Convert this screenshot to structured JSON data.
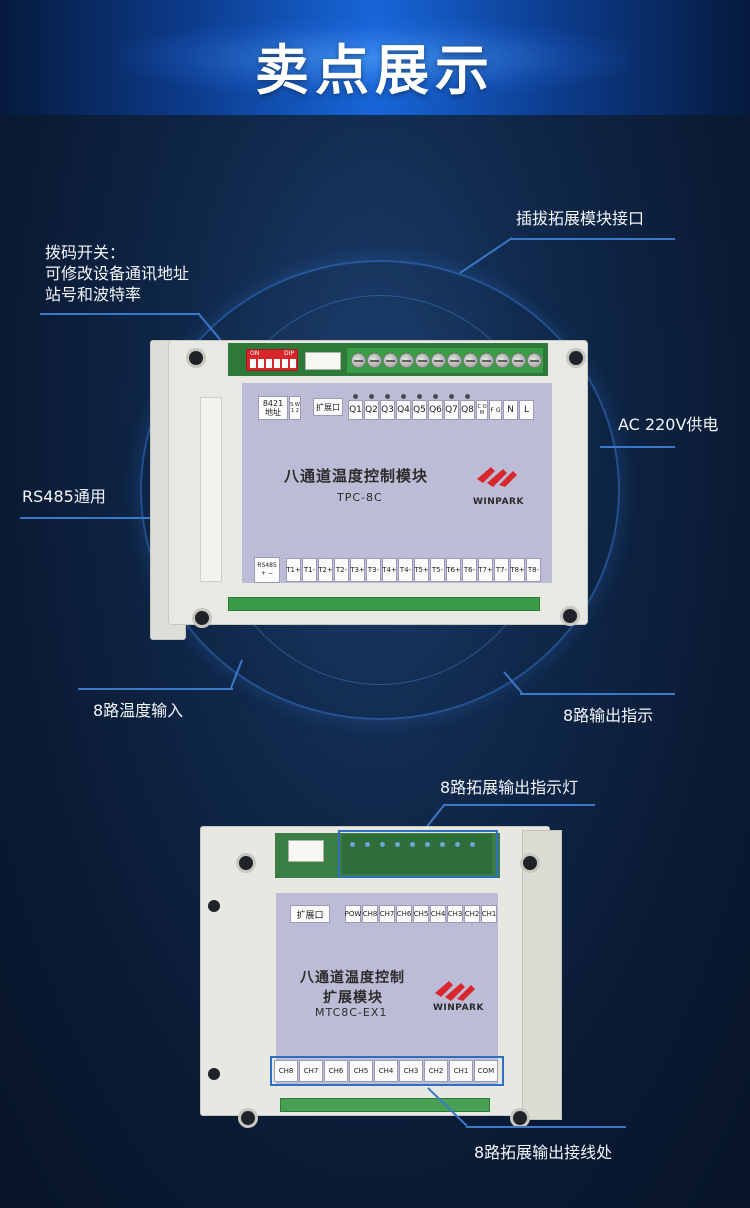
{
  "page_title": "卖点展示",
  "callouts": {
    "dip_switch": [
      "拨码开关：",
      "可修改设备通讯地址",
      "站号和波特率"
    ],
    "expansion_port": "插拔拓展模块接口",
    "power": "AC 220V供电",
    "rs485": "RS485通用",
    "temp_input": "8路温度输入",
    "output_indicator": "8路输出指示",
    "ext_led": "8路拓展输出指示灯",
    "ext_terminal": "8路拓展输出接线处"
  },
  "module_main": {
    "title": "八通道温度控制模块",
    "model": "TPC-8C",
    "brand": "WINPARK",
    "dip_on": "ON",
    "dip_label": "DIP",
    "addr_label": [
      "8421",
      "地址"
    ],
    "sw_label": "S W 1 2",
    "expansion_label": "扩展口",
    "outputs": [
      "Q1",
      "Q2",
      "Q3",
      "Q4",
      "Q5",
      "Q6",
      "Q7",
      "Q8"
    ],
    "com_label": "C O M",
    "fg_label": "F G",
    "n_label": "N",
    "l_label": "L",
    "rs485_label": [
      "RS485",
      "+ −"
    ],
    "temp_inputs": [
      "T1+",
      "T1-",
      "T2+",
      "T2-",
      "T3+",
      "T3-",
      "T4+",
      "T4-",
      "T5+",
      "T5-",
      "T6+",
      "T6-",
      "T7+",
      "T7-",
      "T8+",
      "T8-"
    ]
  },
  "module_ext": {
    "title_line1": "八通道温度控制",
    "title_line2": "扩展模块",
    "model": "MTC8C-EX1",
    "brand": "WINPARK",
    "expansion_label": "扩展口",
    "indicators": [
      "POW",
      "CH8",
      "CH7",
      "CH6",
      "CH5",
      "CH4",
      "CH3",
      "CH2",
      "CH1"
    ],
    "terminals": [
      "CH8",
      "CH7",
      "CH6",
      "CH5",
      "CH4",
      "CH3",
      "CH2",
      "CH1",
      "COM"
    ]
  },
  "colors": {
    "banner": "#1766d9",
    "accent_line": "#3b78c8",
    "brand_red": "#d8282d",
    "panel": "#bcbcd6"
  }
}
